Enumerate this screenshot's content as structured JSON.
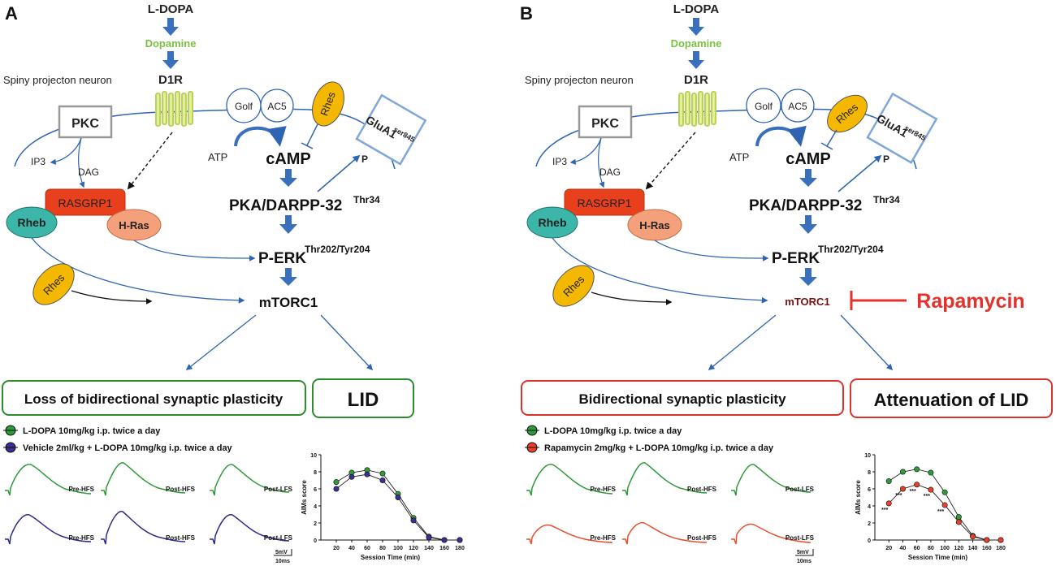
{
  "colors": {
    "arrow_blue": "#3a6fbd",
    "line_blue": "#2f64b3",
    "dopamine_green": "#7cc242",
    "receptor_green": "#c8e06a",
    "rasgrp1_red": "#e8401c",
    "rheb_teal": "#3bb6a8",
    "hras_salmon": "#f4a07a",
    "rhes_yellow": "#f5b800",
    "box_green": "#2e8b2e",
    "box_red": "#d9342b",
    "trace_green": "#2e9a3a",
    "trace_purple": "#2d2a8c",
    "trace_red": "#e8502d",
    "rapamycin_red": "#e3322b"
  },
  "panels": [
    {
      "letter": "A",
      "ldopa": "L-DOPA",
      "dopamine": "Dopamine",
      "neuron_label": "Spiny projecton neuron",
      "d1r": "D1R",
      "golf": "Golf",
      "ac5": "AC5",
      "pkc": "PKC",
      "rhes_top": "Rhes",
      "glua1": "GluA1",
      "glua1_sup": "ser845",
      "atp": "ATP",
      "camp": "cAMP",
      "p": "P",
      "ip3": "IP3",
      "dag": "DAG",
      "rasgrp1": "RASGRP1",
      "rheb": "Rheb",
      "hras": "H-Ras",
      "pka": "PKA/DARPP-32",
      "pka_sup": "Thr34",
      "perk": "P-ERK",
      "perk_sup": "Thr202/Tyr204",
      "rhes_bottom": "Rhes",
      "mtorc1": "mTORC1",
      "rapamycin": "",
      "left_box": "Loss of bidirectional synaptic plasticity",
      "right_box": "LID",
      "legend": [
        {
          "label": "L-DOPA 10mg/kg i.p. twice a day",
          "color": "#2e9a3a"
        },
        {
          "label": "Vehicle 2ml/kg + L-DOPA 10mg/kg i.p. twice a day",
          "color": "#3b2f8f"
        }
      ],
      "trace_labels": [
        "Pre-HFS",
        "Post-HFS",
        "Post-LFS"
      ],
      "scale_mv": "5mV",
      "scale_ms": "10ms"
    },
    {
      "letter": "B",
      "ldopa": "L-DOPA",
      "dopamine": "Dopamine",
      "neuron_label": "Spiny projecton neuron",
      "d1r": "D1R",
      "golf": "Golf",
      "ac5": "AC5",
      "pkc": "PKC",
      "rhes_top": "Rhes",
      "glua1": "GluA1",
      "glua1_sup": "ser845",
      "atp": "ATP",
      "camp": "cAMP",
      "p": "P",
      "ip3": "IP3",
      "dag": "DAG",
      "rasgrp1": "RASGRP1",
      "rheb": "Rheb",
      "hras": "H-Ras",
      "pka": "PKA/DARPP-32",
      "pka_sup": "Thr34",
      "perk": "P-ERK",
      "perk_sup": "Thr202/Tyr204",
      "rhes_bottom": "Rhes",
      "mtorc1": "mTORC1",
      "rapamycin": "Rapamycin",
      "left_box": "Bidirectional synaptic plasticity",
      "right_box": "Attenuation of LID",
      "legend": [
        {
          "label": "L-DOPA 10mg/kg i.p. twice a day",
          "color": "#2e9a3a"
        },
        {
          "label": "Rapamycin 2mg/kg + L-DOPA 10mg/kg i.p. twice a day",
          "color": "#e8402c"
        }
      ],
      "trace_labels": [
        "Pre-HFS",
        "Post-HFS",
        "Post-LFS"
      ],
      "scale_mv": "5mV",
      "scale_ms": "10ms"
    }
  ],
  "chart_data": [
    {
      "type": "line",
      "panel": "A",
      "xlabel": "Session Time (min)",
      "ylabel": "AIMs score",
      "xlim": [
        0,
        180
      ],
      "ylim": [
        0,
        10
      ],
      "xticks": [
        20,
        40,
        60,
        80,
        100,
        120,
        140,
        160,
        180
      ],
      "yticks": [
        0,
        2,
        4,
        6,
        8,
        10
      ],
      "series": [
        {
          "color": "#2e9a3a",
          "x": [
            20,
            40,
            60,
            80,
            100,
            120,
            140,
            160,
            180
          ],
          "y": [
            6.8,
            7.9,
            8.2,
            7.8,
            5.4,
            2.6,
            0.4,
            0.0,
            0.0
          ]
        },
        {
          "color": "#3b2f8f",
          "x": [
            20,
            40,
            60,
            80,
            100,
            120,
            140,
            160,
            180
          ],
          "y": [
            6.0,
            7.4,
            7.7,
            7.0,
            5.0,
            2.3,
            0.3,
            0.0,
            0.0
          ]
        }
      ],
      "annotations": []
    },
    {
      "type": "line",
      "panel": "B",
      "xlabel": "Session Time (min)",
      "ylabel": "AIMs score",
      "xlim": [
        0,
        180
      ],
      "ylim": [
        0,
        10
      ],
      "xticks": [
        20,
        40,
        60,
        80,
        100,
        120,
        140,
        160,
        180
      ],
      "yticks": [
        0,
        2,
        4,
        6,
        8,
        10
      ],
      "series": [
        {
          "color": "#2e9a3a",
          "x": [
            20,
            40,
            60,
            80,
            100,
            120,
            140,
            160,
            180
          ],
          "y": [
            6.9,
            8.0,
            8.3,
            7.9,
            5.6,
            2.7,
            0.5,
            0.0,
            0.0
          ]
        },
        {
          "color": "#e8402c",
          "x": [
            20,
            40,
            60,
            80,
            100,
            120,
            140,
            160,
            180
          ],
          "y": [
            4.3,
            6.0,
            6.5,
            5.9,
            4.1,
            2.1,
            0.4,
            0.0,
            0.0
          ]
        }
      ],
      "annotations": [
        "***",
        "***",
        "***",
        "***",
        "***"
      ]
    }
  ]
}
